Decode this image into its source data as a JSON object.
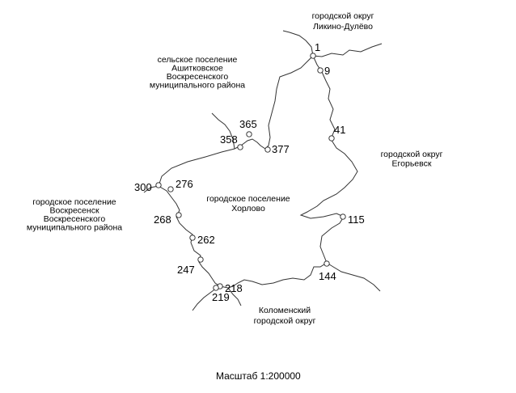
{
  "map": {
    "regions": [
      {
        "key": "likino",
        "lines": [
          "городской округ",
          "Ликино-Дулёво"
        ]
      },
      {
        "key": "ashitkovo",
        "lines": [
          "сельское поселение",
          "Ашитковское",
          "Воскресенского",
          "муниципального района"
        ]
      },
      {
        "key": "egorievsk",
        "lines": [
          "городской округ",
          "Егорьевск"
        ]
      },
      {
        "key": "khorlovo",
        "lines": [
          "городское поселение",
          "Хорлово"
        ]
      },
      {
        "key": "voskresensk",
        "lines": [
          "городское  поселение",
          "Воскресенск",
          "Воскресенского",
          "муниципального района"
        ]
      },
      {
        "key": "kolomna",
        "lines": [
          "Коломенский",
          "городской округ"
        ]
      }
    ],
    "points": [
      "1",
      "9",
      "41",
      "115",
      "144",
      "218",
      "219",
      "247",
      "262",
      "268",
      "276",
      "300",
      "358",
      "365",
      "377"
    ],
    "scale": "Масштаб 1:200000"
  }
}
